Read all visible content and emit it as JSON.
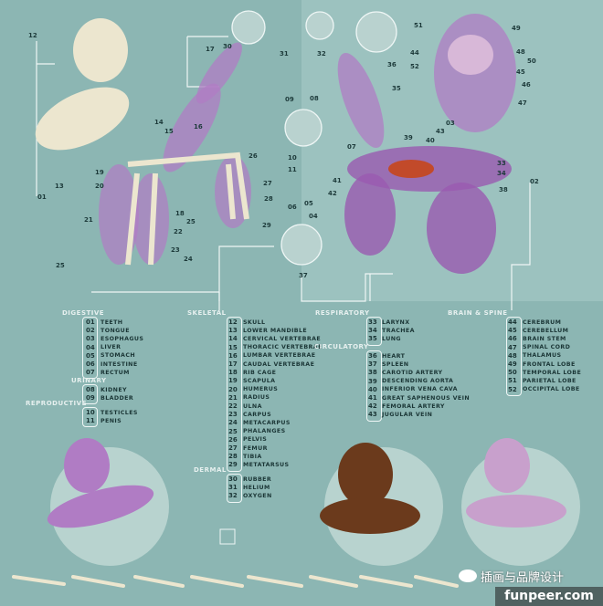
{
  "callouts": [
    "12",
    "01",
    "13",
    "19",
    "20",
    "21",
    "14",
    "15",
    "16",
    "17",
    "30",
    "26",
    "27",
    "28",
    "29",
    "18",
    "22",
    "25",
    "23",
    "24",
    "25",
    "31",
    "32",
    "09",
    "08",
    "10",
    "11",
    "06",
    "05",
    "04",
    "37",
    "51",
    "49",
    "44",
    "52",
    "36",
    "48",
    "50",
    "45",
    "46",
    "47",
    "35",
    "03",
    "43",
    "40",
    "39",
    "07",
    "41",
    "42",
    "33",
    "34",
    "38",
    "02"
  ],
  "legend": {
    "groups": [
      {
        "label": "DIGESTIVE",
        "items": [
          [
            "01",
            "Teeth"
          ],
          [
            "02",
            "Tongue"
          ],
          [
            "03",
            "Esophagus"
          ],
          [
            "04",
            "Liver"
          ],
          [
            "05",
            "Stomach"
          ],
          [
            "06",
            "Intestine"
          ],
          [
            "07",
            "Rectum"
          ]
        ]
      },
      {
        "label": "URINARY",
        "items": [
          [
            "08",
            "Kidney"
          ],
          [
            "09",
            "Bladder"
          ]
        ]
      },
      {
        "label": "REPRODUCTIVE",
        "items": [
          [
            "10",
            "Testicles"
          ],
          [
            "11",
            "Penis"
          ]
        ]
      },
      {
        "label": "SKELETAL",
        "items": [
          [
            "12",
            "Skull"
          ],
          [
            "13",
            "Lower Mandible"
          ],
          [
            "14",
            "Cervical Vertebrae"
          ],
          [
            "15",
            "Thoracic Vertebrae"
          ],
          [
            "16",
            "Lumbar Vertebrae"
          ],
          [
            "17",
            "Caudal Vertebrae"
          ],
          [
            "18",
            "Rib Cage"
          ],
          [
            "19",
            "Scapula"
          ],
          [
            "20",
            "Humerus"
          ],
          [
            "21",
            "Radius"
          ],
          [
            "22",
            "Ulna"
          ],
          [
            "23",
            "Carpus"
          ],
          [
            "24",
            "Metacarpus"
          ],
          [
            "25",
            "Phalanges"
          ],
          [
            "26",
            "Pelvis"
          ],
          [
            "27",
            "Femur"
          ],
          [
            "28",
            "Tibia"
          ],
          [
            "29",
            "Metatarsus"
          ]
        ]
      },
      {
        "label": "DERMAL",
        "items": [
          [
            "30",
            "Rubber"
          ],
          [
            "31",
            "Helium"
          ],
          [
            "32",
            "Oxygen"
          ]
        ]
      },
      {
        "label": "RESPIRATORY",
        "items": [
          [
            "33",
            "Larynx"
          ],
          [
            "34",
            "Trachea"
          ],
          [
            "35",
            "Lung"
          ]
        ]
      },
      {
        "label": "CIRCULATORY",
        "items": [
          [
            "36",
            "Heart"
          ],
          [
            "37",
            "Spleen"
          ],
          [
            "38",
            "Carotid Artery"
          ],
          [
            "39",
            "Descending Aorta"
          ],
          [
            "40",
            "Inferior Vena Cava"
          ],
          [
            "41",
            "Great Saphenous Vein"
          ],
          [
            "42",
            "Femoral Artery"
          ],
          [
            "43",
            "Jugular Vein"
          ]
        ]
      },
      {
        "label": "BRAIN & SPINE",
        "items": [
          [
            "44",
            "Cerebrum"
          ],
          [
            "45",
            "Cerebellum"
          ],
          [
            "46",
            "Brain Stem"
          ],
          [
            "47",
            "Spinal Cord"
          ],
          [
            "48",
            "Thalamus"
          ],
          [
            "49",
            "Frontal Lobe"
          ],
          [
            "50",
            "Temporal Lobe"
          ],
          [
            "51",
            "Parietal Lobe"
          ],
          [
            "52",
            "Occipital Lobe"
          ]
        ]
      }
    ]
  },
  "watermark": {
    "wechat_text": "插画与品牌设计",
    "site": "funpeer.com"
  },
  "colors": {
    "background": "#8cb6b3",
    "balloon": "#b07cc4",
    "bone": "#ece6cf",
    "brown": "#6b3a1c"
  }
}
